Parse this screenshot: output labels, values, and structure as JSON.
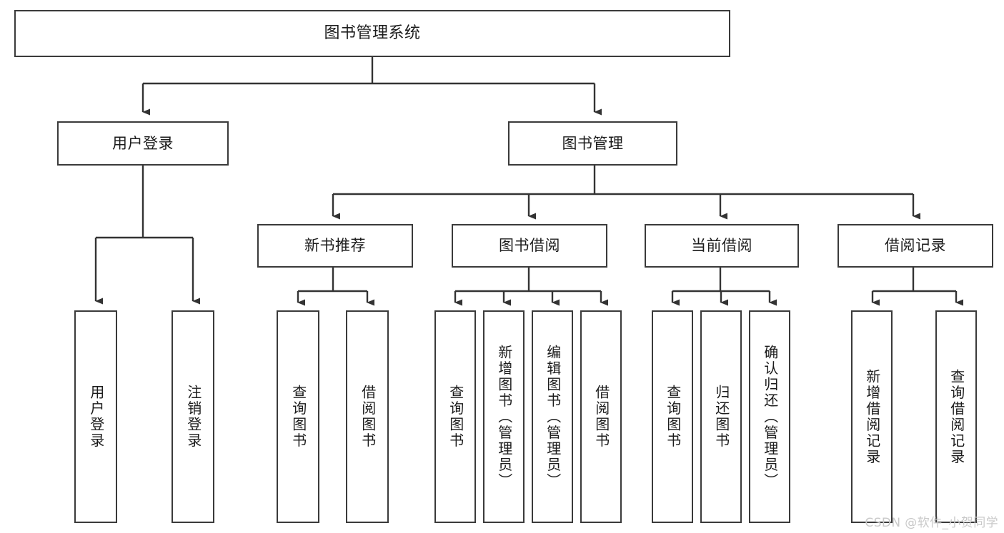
{
  "diagram": {
    "type": "tree",
    "title": "图书管理系统",
    "orientation": "top-down",
    "colors": {
      "box_border": "#3a3a3a",
      "box_fill": "#ffffff",
      "connector": "#333333",
      "text": "#1c1c1c",
      "background": "#ffffff",
      "watermark": "#c9c9c9"
    }
  },
  "watermark": {
    "text": "CSDN @软件_小贺同学"
  },
  "nodes": {
    "root": {
      "label": "图书管理系统"
    },
    "level2": [
      {
        "id": "user-login",
        "label": "用户登录"
      },
      {
        "id": "book-manage",
        "label": "图书管理"
      }
    ],
    "level3": [
      {
        "id": "new-book-recommend",
        "label": "新书推荐"
      },
      {
        "id": "book-borrow",
        "label": "图书借阅"
      },
      {
        "id": "current-borrow",
        "label": "当前借阅"
      },
      {
        "id": "borrow-record",
        "label": "借阅记录"
      }
    ],
    "leaves": {
      "user_login": [
        {
          "id": "leaf-user-login",
          "label": "用户登录"
        },
        {
          "id": "leaf-user-logout",
          "label": "注销登录"
        }
      ],
      "new_book_recommend": [
        {
          "id": "leaf-query-book-1",
          "label": "查询图书"
        },
        {
          "id": "leaf-borrow-book-1",
          "label": "借阅图书"
        }
      ],
      "book_borrow": [
        {
          "id": "leaf-query-book-2",
          "label": "查询图书"
        },
        {
          "id": "leaf-add-book",
          "label": "新增图书（管理员）"
        },
        {
          "id": "leaf-edit-book",
          "label": "编辑图书（管理员）"
        },
        {
          "id": "leaf-borrow-book-2",
          "label": "借阅图书"
        }
      ],
      "current_borrow": [
        {
          "id": "leaf-query-book-3",
          "label": "查询图书"
        },
        {
          "id": "leaf-return-book",
          "label": "归还图书"
        },
        {
          "id": "leaf-confirm-return",
          "label": "确认归还（管理员）"
        }
      ],
      "borrow_record": [
        {
          "id": "leaf-add-record",
          "label": "新增借阅记录"
        },
        {
          "id": "leaf-query-record",
          "label": "查询借阅记录"
        }
      ]
    }
  }
}
